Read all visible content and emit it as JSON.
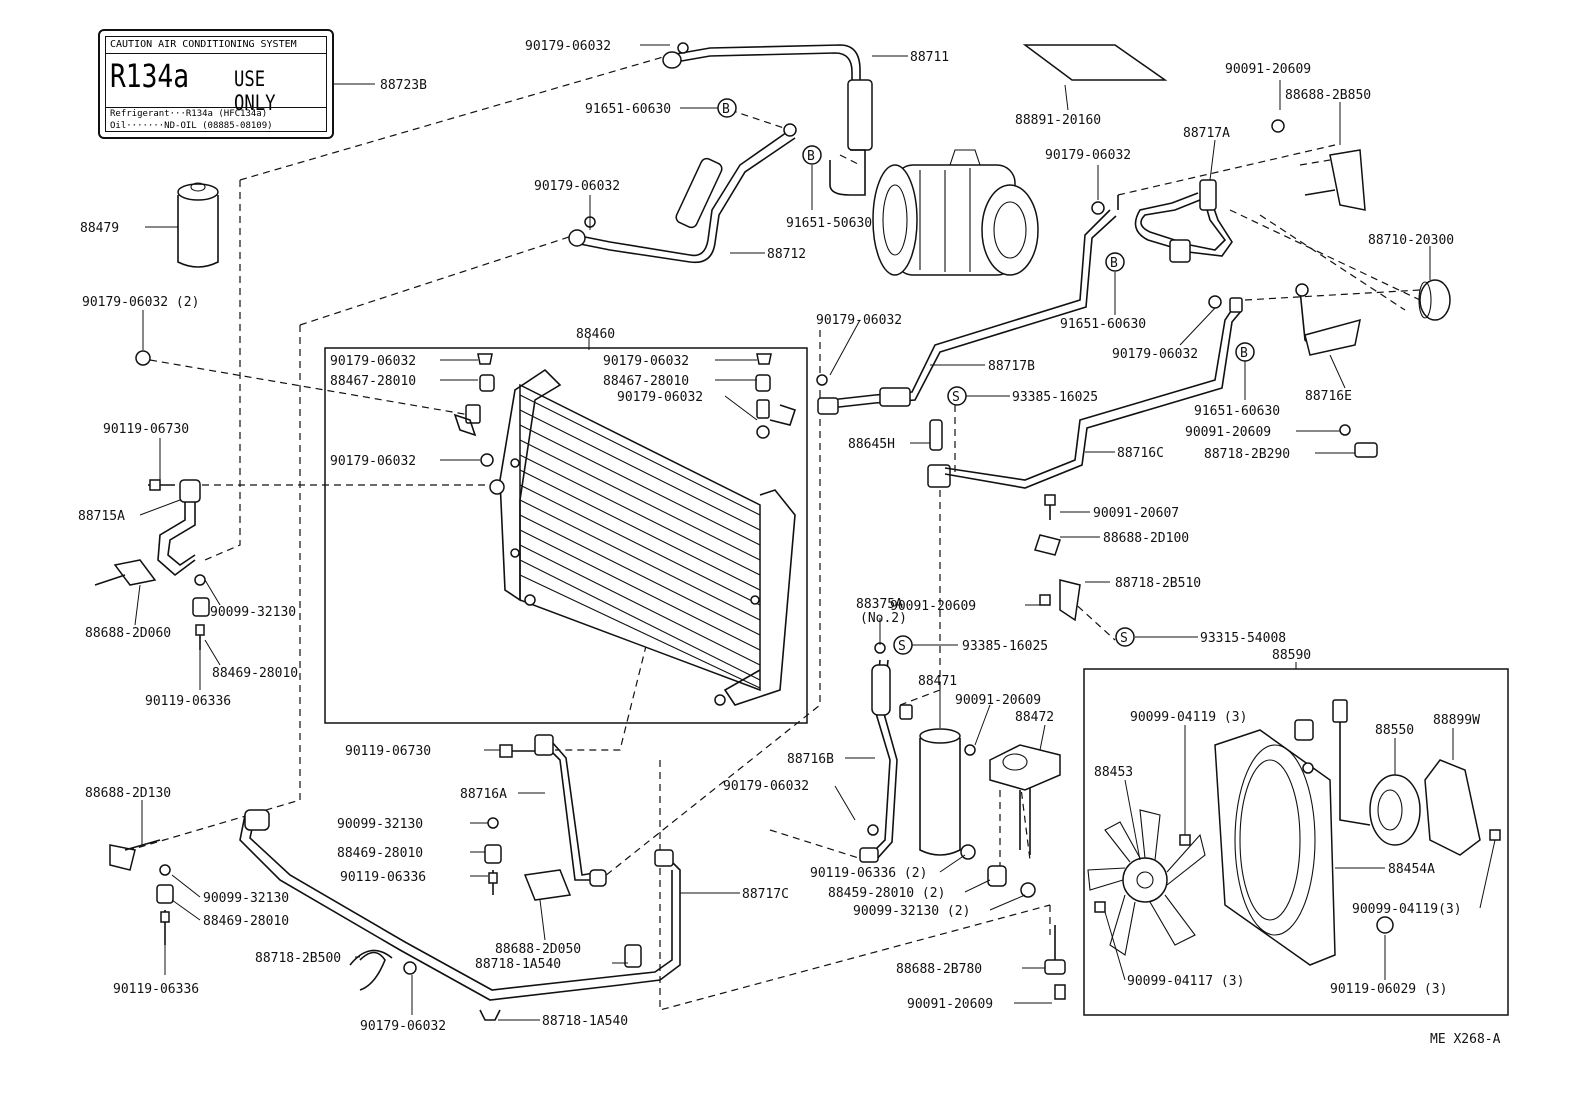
{
  "caution_label": {
    "title": "CAUTION  AIR CONDITIONING SYSTEM",
    "refrigerant": "R134a",
    "use_only": "USE ONLY",
    "line1": "Refrigerant···R134a (HFC134a)",
    "line2": "Oil·······ND-OIL (08885-08109)"
  },
  "drawing_code": "ME X268-A",
  "part_labels": {
    "p88723B": "88723B",
    "p90179_06032_top": "90179-06032",
    "p88711": "88711",
    "p88891_20160": "88891-20160",
    "p90091_20609_tr": "90091-20609",
    "p88688_2B850": "88688-2B850",
    "p91651_60630_a": "91651-60630",
    "p91651_50630": "91651-50630",
    "p90179_06032_a": "90179-06032",
    "p88712": "88712",
    "p88479": "88479",
    "p90179_06032_2": "90179-06032 (2)",
    "p88717A": "88717A",
    "p90179_06032_b": "90179-06032",
    "p88710_20300": "88710-20300",
    "p91651_60630_b": "91651-60630",
    "p90179_06032_c": "90179-06032",
    "p90179_06032_d": "90179-06032",
    "p88716E": "88716E",
    "p88717B": "88717B",
    "p91651_60630_c": "91651-60630",
    "p93385_16025_a": "93385-16025",
    "p88460": "88460",
    "p90179_06032_e": "90179-06032",
    "p88467_28010_a": "88467-28010",
    "p90179_06032_f": "90179-06032",
    "p88467_28010_b": "88467-28010",
    "p90179_06032_g": "90179-06032",
    "p90179_06032_h": "90179-06032",
    "p90119_06730_a": "90119-06730",
    "p88715A": "88715A",
    "p90091_20609_a": "90091-20609",
    "p88718_2B290": "88718-2B290",
    "p88645H": "88645H",
    "p88716C": "88716C",
    "p90091_20607": "90091-20607",
    "p88688_2D100": "88688-2D100",
    "p88718_2B510": "88718-2B510",
    "p90099_32130_a": "90099-32130",
    "p88688_2D060": "88688-2D060",
    "p88469_28010_a": "88469-28010",
    "p90119_06336_a": "90119-06336",
    "p88375A": "88375A",
    "p88375A_no": "(No.2)",
    "p90091_20609_b": "90091-20609",
    "p93385_16025_b": "93385-16025",
    "p93315_54008": "93315-54008",
    "p88590": "88590",
    "p88471": "88471",
    "p90091_20609_c": "90091-20609",
    "p88472": "88472",
    "p90119_06730_b": "90119-06730",
    "p88716B": "88716B",
    "p90099_04119_a": "90099-04119 (3)",
    "p88550": "88550",
    "p88899W": "88899W",
    "p88453": "88453",
    "p88688_2D130": "88688-2D130",
    "p88716A": "88716A",
    "p90179_06032_i": "90179-06032",
    "p90099_32130_b": "90099-32130",
    "p88469_28010_b": "88469-28010",
    "p90119_06336_b": "90119-06336",
    "p88454A": "88454A",
    "p90119_06336_2": "90119-06336 (2)",
    "p88459_28010_2": "88459-28010 (2)",
    "p90099_32130_2": "90099-32130 (2)",
    "p88717C": "88717C",
    "p90099_04119_b": "90099-04119(3)",
    "p90099_32130_c": "90099-32130",
    "p88469_28010_c": "88469-28010",
    "p88688_2D050": "88688-2D050",
    "p88718_2B500": "88718-2B500",
    "p88718_1A540_a": "88718-1A540",
    "p90119_06336_c": "90119-06336",
    "p88688_2B780": "88688-2B780",
    "p90099_04117": "90099-04117 (3)",
    "p90119_06029": "90119-06029 (3)",
    "p90179_06032_j": "90179-06032",
    "p88718_1A540_b": "88718-1A540",
    "p90091_20609_d": "90091-20609"
  },
  "symbols": {
    "B": "B",
    "S": "S"
  }
}
